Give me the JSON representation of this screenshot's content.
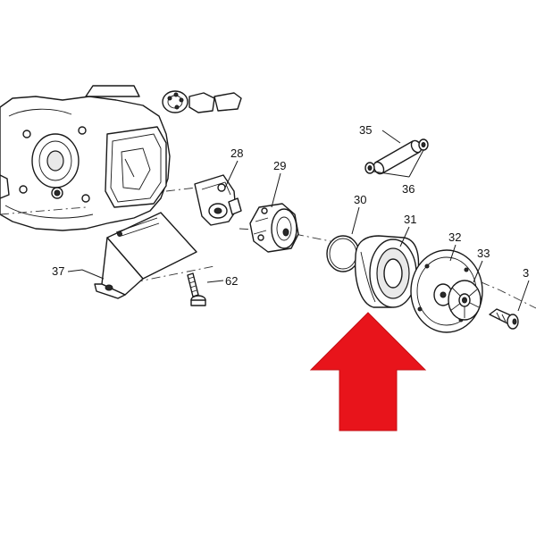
{
  "labels": {
    "p28": "28",
    "p29": "29",
    "p30": "30",
    "p31": "31",
    "p32": "32",
    "p33": "33",
    "p34": "3",
    "p35": "35",
    "p36": "36",
    "p37": "37",
    "p62": "62"
  },
  "colors": {
    "arrow": "#e8141b",
    "lines": "#1a1a1a",
    "background": "#ffffff"
  },
  "icons": {
    "highlight": "up-arrow-icon"
  }
}
